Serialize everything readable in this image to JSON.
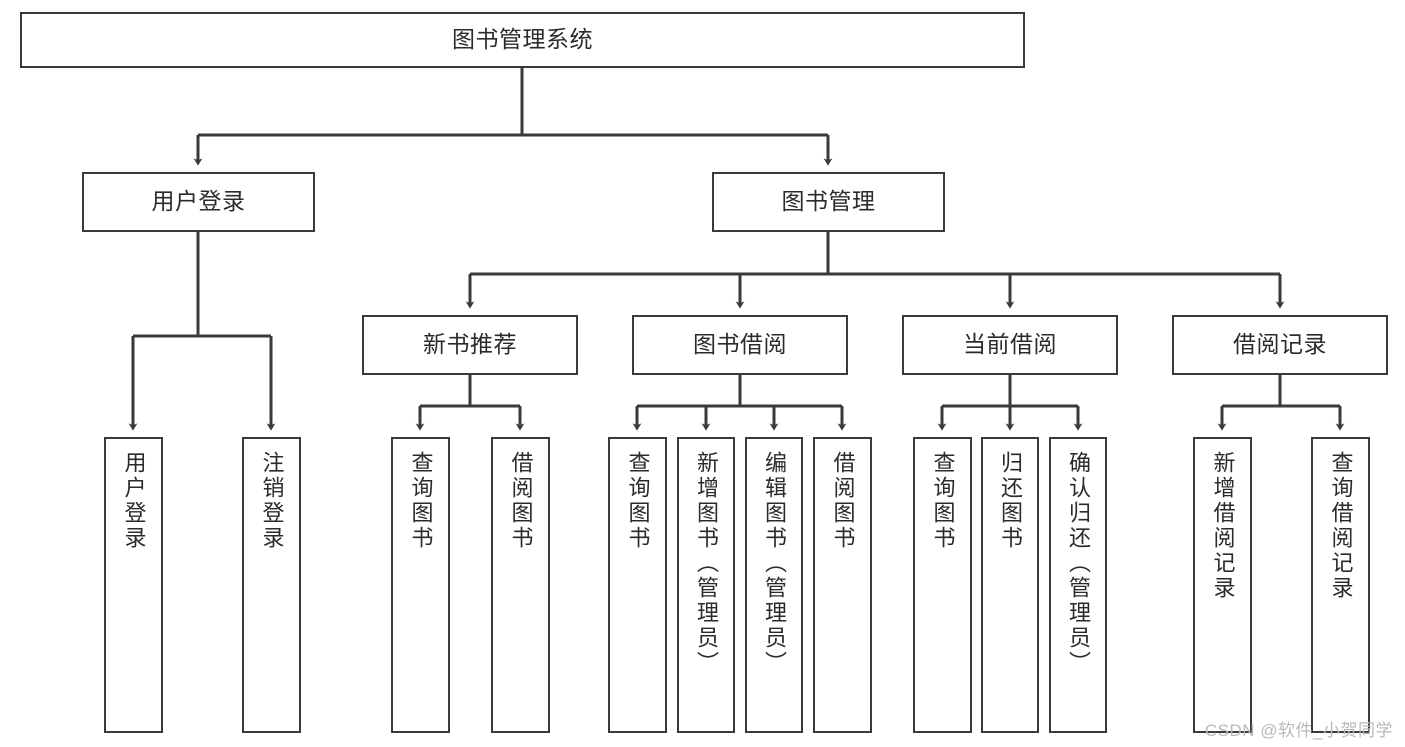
{
  "diagram": {
    "title": "图书管理系统",
    "watermark": "CSDN @软件_小贺同学",
    "colors": {
      "stroke": "#3a3a3a",
      "background": "#ffffff",
      "text": "#2b2b2b",
      "watermark": "#b9b9b9"
    },
    "nodes": {
      "root": "图书管理系统",
      "user_login": "用户登录",
      "book_manage": "图书管理",
      "new_book_rec": "新书推荐",
      "book_borrow": "图书借阅",
      "current_borrow": "当前借阅",
      "borrow_record": "借阅记录",
      "leaf_user_login": "用户登录",
      "leaf_user_logout": "注销登录",
      "leaf_rec_query": "查询图书",
      "leaf_rec_borrow": "借阅图书",
      "leaf_borrow_query": "查询图书",
      "leaf_borrow_add": "新增图书（管理员）",
      "leaf_borrow_edit": "编辑图书（管理员）",
      "leaf_borrow_lend": "借阅图书",
      "leaf_cur_query": "查询图书",
      "leaf_cur_return": "归还图书",
      "leaf_cur_confirm": "确认归还（管理员）",
      "leaf_rec_add": "新增借阅记录",
      "leaf_rec_search": "查询借阅记录"
    }
  }
}
